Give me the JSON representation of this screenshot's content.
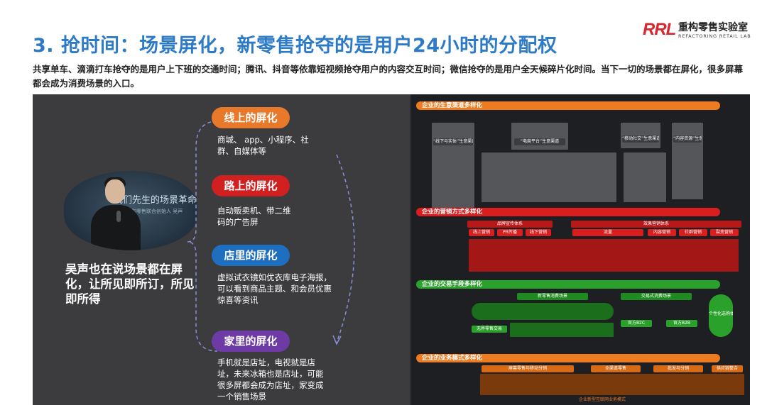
{
  "header": {
    "title": "3. 抢时间：场景屏化，新零售抢夺的是用户24小时的分配权",
    "logo_mark": "RRL",
    "logo_cn": "重构零售实验室",
    "logo_en": "REFACTORING RETAIL LAB"
  },
  "intro": "共享单车、滴滴打车抢夺的是用户上下班的交通时间；腾讯、抖音等依靠短视频抢夺用户的内容交互时间；微信抢夺的是用户全天候碎片化时间。当下一切的场景都在屏化，很多屏幕都会成为消费场景的入口。",
  "speaker": {
    "bg_text": "我们先生的场景革命",
    "bg_sub": "重构零售联合创始人 吴声",
    "quote": "吴声也在说场景都在屏化，让所见即所订，所见即所得"
  },
  "scenes": [
    {
      "label": "线上的屏化",
      "color": "#e8792a",
      "desc": "商城、 app、小程序、社群、自媒体等"
    },
    {
      "label": "路上的屏化",
      "color": "#d0201f",
      "desc": "自动贩卖机、带二维码的广告屏"
    },
    {
      "label": "店里的屏化",
      "color": "#1e6fc0",
      "desc": "虚拟试衣镜如优衣库电子海报，可以看到商品主题、和会员优惠惊喜等资讯"
    },
    {
      "label": "家里的屏化",
      "color": "#6d3aa6",
      "desc": "手机就是店址，电视就是店址，未来冰箱也是店址，可能很多屏都会成为店址，家变成一个销售场景"
    }
  ],
  "diagram": {
    "sections": [
      {
        "label": "企业的生意渠道多样化",
        "color": "#ee7b1f"
      },
      {
        "label": "企业的营销方式多样化",
        "color": "#d81e1e"
      },
      {
        "label": "企业的交易手段多样化",
        "color": "#2aa12a"
      },
      {
        "label": "企业的业务模式多样化",
        "color": "#ee7b1f"
      }
    ],
    "channel_tags": [
      "“线下与实体”生意渠道",
      "“电商平台”生意渠道",
      "“移动社交”生意渠道",
      "“内容资源”生意渠道"
    ],
    "marketing_tags": [
      "品牌宣传体系",
      "效果营销体系",
      "线上营销",
      "PR传播",
      "线下营销",
      "流量",
      "内容营销",
      "社群营销",
      "裂变营销"
    ],
    "trade_tags": [
      "新零售消费场景",
      "交易式消费场景",
      "无界零售交易",
      "官方B2C",
      "官方B2B",
      "个性化选购体验"
    ],
    "biz_tags": [
      "屏幕零售与移动分销",
      "全渠道零售",
      "批发与分销",
      "供应链整合",
      "企业新型互联网业务模式"
    ]
  }
}
